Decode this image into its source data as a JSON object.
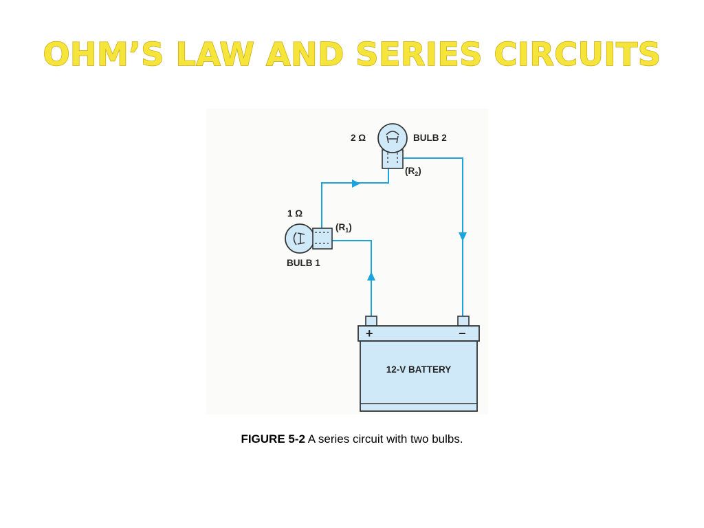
{
  "slide": {
    "title": "OHM’S LAW AND SERIES CIRCUITS"
  },
  "diagram": {
    "bulb2": {
      "resistance": "2 Ω",
      "name": "BULB 2",
      "symbol": "R",
      "subscript": "2"
    },
    "bulb1": {
      "resistance": "1 Ω",
      "name": "BULB 1",
      "symbol": "R",
      "subscript": "1"
    },
    "battery": {
      "label": "12-V BATTERY",
      "positive": "+",
      "negative": "−"
    },
    "colors": {
      "wire": "#1aa3dc",
      "fill": "#cfe9f8",
      "outline": "#333333"
    }
  },
  "caption": {
    "figure_number": "FIGURE 5-2",
    "text": " A series circuit with two bulbs."
  }
}
